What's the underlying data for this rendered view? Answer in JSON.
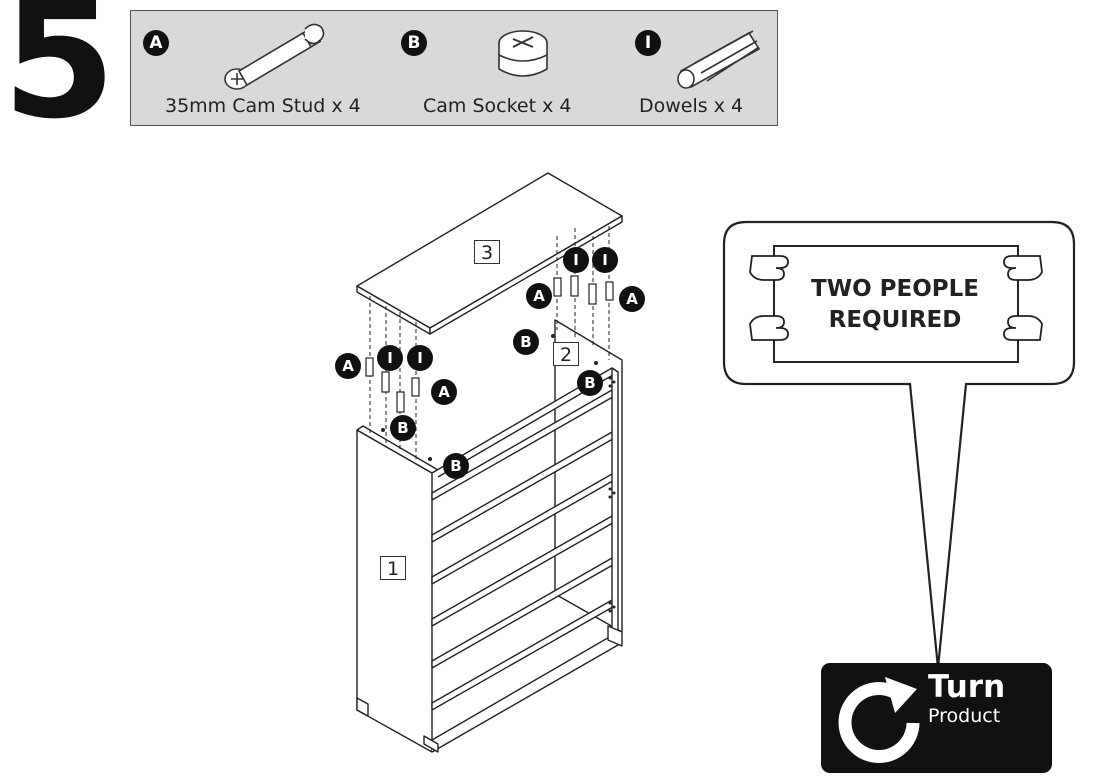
{
  "step": {
    "number": "5"
  },
  "parts": [
    {
      "badge": "A",
      "label": "35mm Cam Stud x 4"
    },
    {
      "badge": "B",
      "label": "Cam Socket x 4"
    },
    {
      "badge": "I",
      "label": "Dowels x 4"
    }
  ],
  "panels": {
    "panel1": "1",
    "panel2": "2",
    "panel3": "3"
  },
  "callout": {
    "line1": "TWO PEOPLE",
    "line2": "REQUIRED"
  },
  "turn": {
    "title": "Turn",
    "subtitle": "Product"
  },
  "hardware_markers": [
    "A",
    "I",
    "I",
    "A",
    "B",
    "B",
    "A",
    "I",
    "I",
    "A",
    "B",
    "B"
  ],
  "icons": [
    "hands-icon",
    "turn-arrow-icon",
    "cam-stud-icon",
    "cam-socket-icon",
    "dowel-icon"
  ]
}
